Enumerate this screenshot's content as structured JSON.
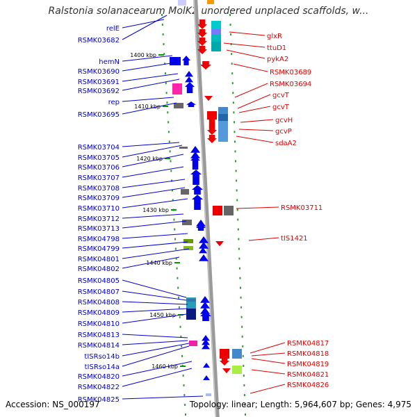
{
  "header": {
    "title": "Ralstonia solanacearum MolK2 unordered unplaced scaffolds, w..."
  },
  "footer": {
    "accession": "Accession: NS_000197",
    "stats": "Topology: linear; Length: 5,964,607 bp; Genes: 4,975"
  },
  "colors": {
    "left_label": "#0000cc",
    "right_label": "#dd0000",
    "ruler_tick": "#009900",
    "backbone": "#999999"
  },
  "ruler": [
    "1400 kbp",
    "1410 kbp",
    "1420 kbp",
    "1430 kbp",
    "1440 kbp",
    "1450 kbp",
    "1460 kbp"
  ],
  "left_genes": [
    "relE",
    "RSMK03682",
    "hemN",
    "RSMK03690",
    "RSMK03691",
    "RSMK03692",
    "rep",
    "RSMK03695",
    "RSMK03704",
    "RSMK03705",
    "RSMK03706",
    "RSMK03707",
    "RSMK03708",
    "RSMK03709",
    "RSMK03710",
    "RSMK03712",
    "RSMK03713",
    "RSMK04798",
    "RSMK04799",
    "RSMK04801",
    "RSMK04802",
    "RSMK04805",
    "RSMK04807",
    "RSMK04808",
    "RSMK04809",
    "RSMK04810",
    "RSMK04813",
    "RSMK04814",
    "tISRso14b",
    "tISRso14a",
    "RSMK04820",
    "RSMK04822",
    "RSMK04825"
  ],
  "right_genes": [
    "glxR",
    "ttuD1",
    "pykA2",
    "RSMK03689",
    "RSMK03694",
    "gcvT",
    "gcvT",
    "gcvH",
    "gcvP",
    "sdaA2",
    "RSMK03711",
    "tIS1421",
    "RSMK04817",
    "RSMK04818",
    "RSMK04819",
    "RSMK04821",
    "RSMK04826"
  ]
}
